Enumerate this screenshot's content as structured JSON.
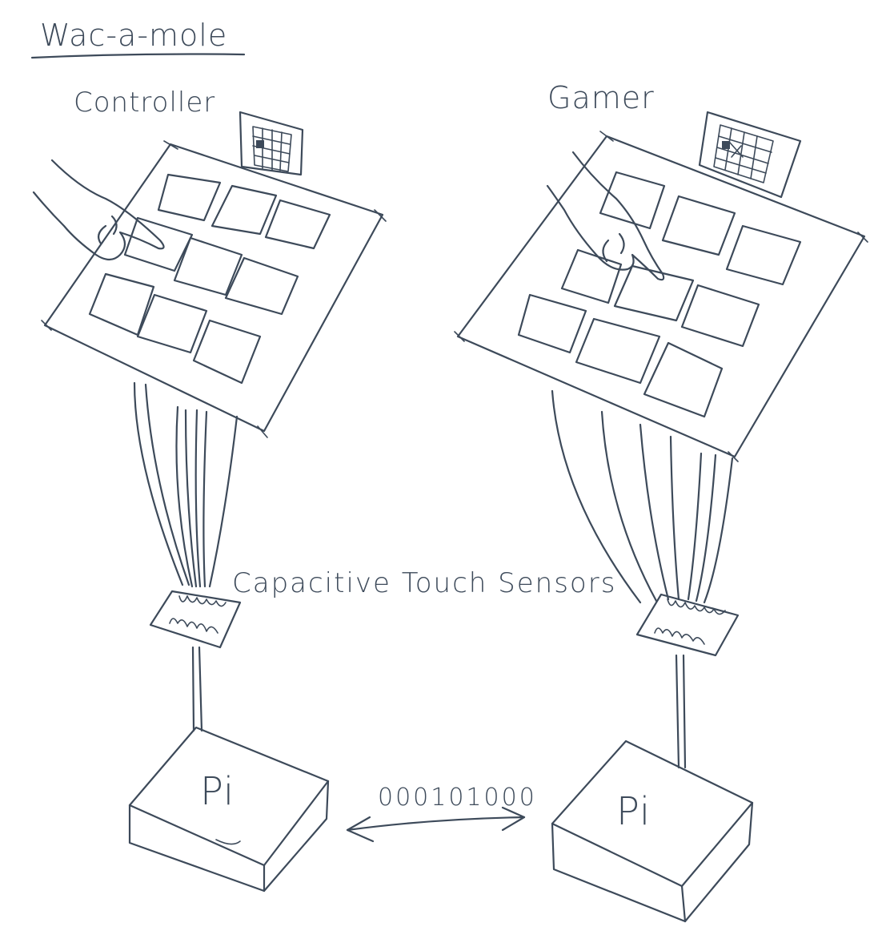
{
  "title": "Wac-a-mole",
  "labels": {
    "controller": "Controller",
    "gamer": "Gamer",
    "sensors": "Capacitive  Touch  Sensors",
    "bits": "000101000"
  },
  "devices": {
    "left_pi": "Pi",
    "right_pi": "Pi"
  },
  "colors": {
    "ink": "#3d4a5a",
    "paper": "#ffffff"
  }
}
